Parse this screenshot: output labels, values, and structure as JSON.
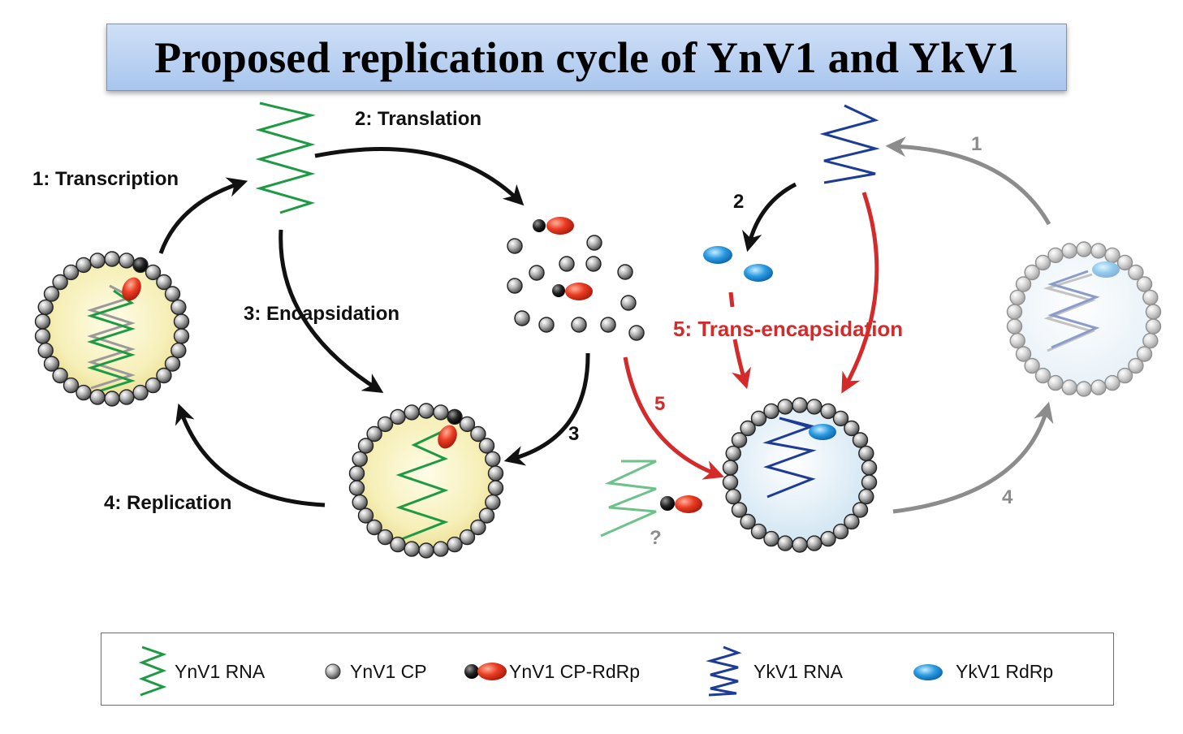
{
  "title": "Proposed replication cycle of YnV1 and YkV1",
  "labels": {
    "transcription": "1: Transcription",
    "translation": "2: Translation",
    "encapsidation": "3: Encapsidation",
    "replication": "4: Replication",
    "trans_encapsidation": "5: Trans-encapsidation",
    "step3": "3",
    "step5": "5",
    "yk_step1": "1",
    "yk_step2": "2",
    "yk_step4": "4",
    "unknown": "?"
  },
  "legend": {
    "ynv1_rna": "YnV1 RNA",
    "ynv1_cp": "YnV1 CP",
    "ynv1_cp_rdrp": "YnV1 CP-RdRp",
    "ykv1_rna": "YkV1 RNA",
    "ykv1_rdrp": "YkV1 RdRp"
  },
  "colors": {
    "ynv1_rna": "#1e9a45",
    "ykv1_rna": "#1c3c96",
    "ynv1_rdrp": "#e0301e",
    "ykv1_rdrp": "#1e8fd8",
    "black_arrow": "#111111",
    "red_arrow": "#d42a2a",
    "grey_arrow": "#8c8c8c",
    "title_bg": "#bcd3f1"
  }
}
